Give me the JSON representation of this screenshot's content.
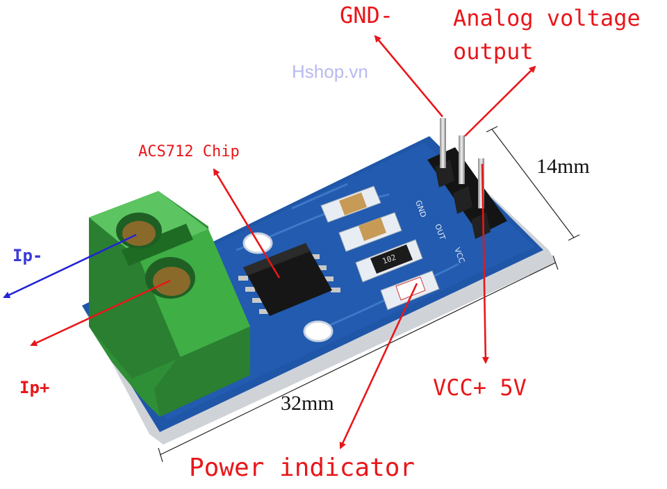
{
  "watermark": "Hshop.vn",
  "labels": {
    "gnd": "GND-",
    "analog_line1": "Analog voltage",
    "analog_line2": "output",
    "chip": "ACS712 Chip",
    "ip_minus": "Ip-",
    "ip_plus": "Ip+",
    "vcc": "VCC+ 5V",
    "power": "Power indicator",
    "width_dim": "14mm",
    "length_dim": "32mm"
  },
  "silkscreen": {
    "gnd": "GND",
    "out": "OUT",
    "vcc": "VCC",
    "resistor": "102"
  },
  "colors": {
    "pcb": "#1f56a8",
    "terminal": "#3aa53f",
    "arrow_red": "#e8161a",
    "arrow_blue": "#2323d6",
    "watermark": "#b7b9ee"
  }
}
